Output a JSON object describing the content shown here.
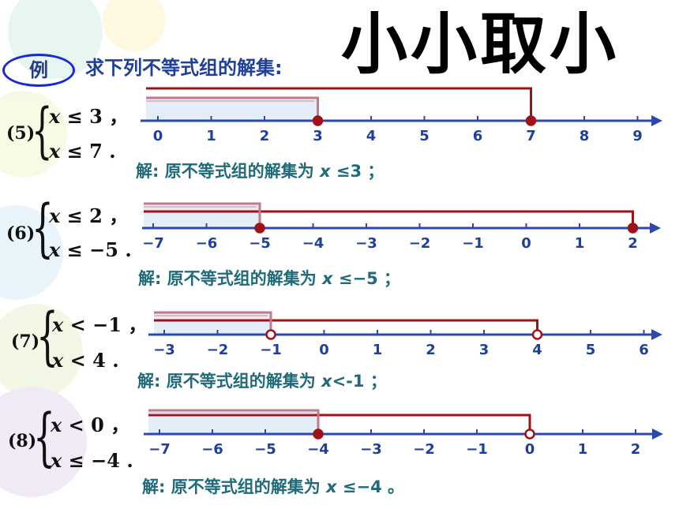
{
  "title": "小小取小",
  "example_label": "例",
  "intro": "求下列不等式组的解集:",
  "colors": {
    "axis": "#2b47b0",
    "bracket": "#a0121a",
    "shade": "#e3eef8",
    "answer": "#1f6b7a"
  },
  "problems": [
    {
      "num": "(5)",
      "first": {
        "var": "x",
        "rel": "≤",
        "val": "3",
        "punct": "，"
      },
      "second": {
        "var": "x",
        "rel": "≤",
        "val": "7",
        "punct": "."
      },
      "answer_prefix": "解: 原不等式组的解集为 ",
      "answer_var": "x",
      "answer_rest": " ≤3 ；",
      "ticks": [
        "0",
        "1",
        "2",
        "3",
        "4",
        "5",
        "6",
        "7",
        "8",
        "9"
      ],
      "ticks_prefixed": false,
      "solution_bound": 3,
      "other_bound": 7,
      "solution_closed": true,
      "other_closed": true
    },
    {
      "num": "(6)",
      "first": {
        "var": "x",
        "rel": "≤",
        "val": "2",
        "punct": "，"
      },
      "second": {
        "var": "x",
        "rel": "≤",
        "val": "−5",
        "punct": "."
      },
      "answer_prefix": "解: 原不等式组的解集为 ",
      "answer_var": "x",
      "answer_rest": " ≤−5 ；",
      "ticks": [
        "−7",
        "−6",
        "−5",
        "−4",
        "−3",
        "−2",
        "−1",
        "0",
        "1",
        "2"
      ],
      "solution_bound": -5,
      "other_bound": 2,
      "solution_closed": true,
      "other_closed": true
    },
    {
      "num": "(7)",
      "first": {
        "var": "x",
        "rel": "<",
        "val": "−1",
        "punct": "，"
      },
      "second": {
        "var": "x",
        "rel": "<",
        "val": "4",
        "punct": "."
      },
      "answer_prefix": "解: 原不等式组的解集为 ",
      "answer_var": "x",
      "answer_rest": "<-1 ；",
      "ticks": [
        "−3",
        "−2",
        "−1",
        "0",
        "1",
        "2",
        "3",
        "4",
        "5",
        "6"
      ],
      "solution_bound": -1,
      "other_bound": 4,
      "solution_closed": false,
      "other_closed": false
    },
    {
      "num": "(8)",
      "first": {
        "var": "x",
        "rel": "<",
        "val": "0",
        "punct": "，"
      },
      "second": {
        "var": "x",
        "rel": "≤",
        "val": "−4",
        "punct": "."
      },
      "answer_prefix": "解:  原不等式组的解集为 ",
      "answer_var": "x",
      "answer_rest": " ≤−4 。",
      "ticks": [
        "−7",
        "−6",
        "−5",
        "−4",
        "−3",
        "−2",
        "−1",
        "0",
        "1",
        "2"
      ],
      "solution_bound": -4,
      "other_bound": 0,
      "solution_closed": true,
      "other_closed": false
    }
  ]
}
